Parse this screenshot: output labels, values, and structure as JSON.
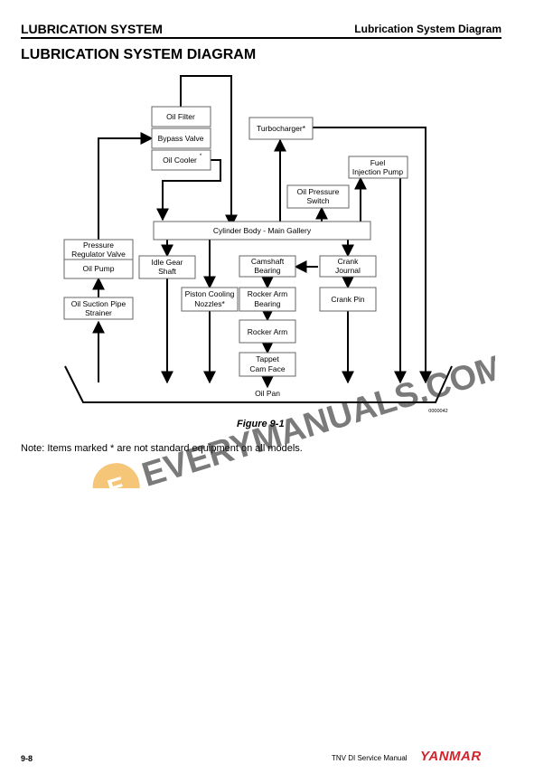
{
  "header": {
    "section": "LUBRICATION SYSTEM",
    "topic": "Lubrication System Diagram"
  },
  "page_title": "LUBRICATION SYSTEM DIAGRAM",
  "diagram": {
    "boxes": {
      "oil_filter": "Oil Filter",
      "bypass_valve": "Bypass Valve",
      "oil_cooler": "Oil Cooler",
      "oil_cooler_mark": "*",
      "turbocharger": "Turbocharger*",
      "fuel_pump_l1": "Fuel",
      "fuel_pump_l2": "Injection Pump",
      "oil_pressure_l1": "Oil Pressure",
      "oil_pressure_l2": "Switch",
      "main_gallery": "Cylinder Body - Main Gallery",
      "pressure_reg_l1": "Pressure",
      "pressure_reg_l2": "Regulator Valve",
      "oil_pump": "Oil Pump",
      "suction_l1": "Oil Suction Pipe",
      "suction_l2": "Strainer",
      "idle_gear_l1": "Idle Gear",
      "idle_gear_l2": "Shaft",
      "piston_l1": "Piston Cooling",
      "piston_l2": "Nozzles*",
      "camshaft_l1": "Camshaft",
      "camshaft_l2": "Bearing",
      "crank_journal_l1": "Crank",
      "crank_journal_l2": "Journal",
      "rocker_bearing_l1": "Rocker Arm",
      "rocker_bearing_l2": "Bearing",
      "crank_pin": "Crank Pin",
      "rocker_arm": "Rocker Arm",
      "tappet_l1": "Tappet",
      "tappet_l2": "Cam Face",
      "oil_pan": "Oil Pan"
    },
    "code": "0000042"
  },
  "figure_caption": "Figure 9-1",
  "note": "Note:  Items marked * are not standard equipment on all models.",
  "watermark": "EVERYMANUALS.COM",
  "footer": {
    "page_number": "9-8",
    "manual": "TNV DI Service Manual",
    "brand": "YANMAR"
  }
}
